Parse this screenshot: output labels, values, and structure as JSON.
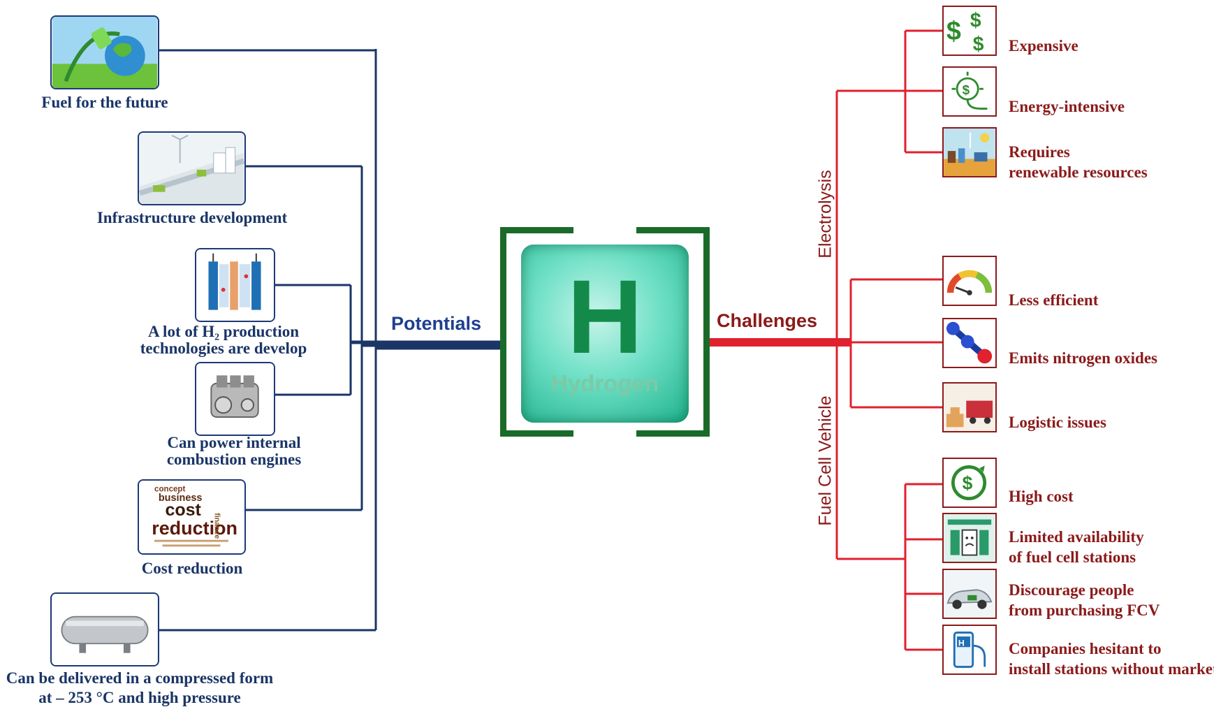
{
  "center": {
    "letter": "H",
    "word": "Hydrogen"
  },
  "branches": {
    "left": "Potentials",
    "right": "Challenges"
  },
  "groups": {
    "electrolysis": "Electrolysis",
    "fcv": "Fuel Cell Vehicle"
  },
  "potentials": [
    {
      "lines": [
        "Fuel for the future"
      ]
    },
    {
      "lines": [
        "Infrastructure development"
      ]
    },
    {
      "lines": [
        "A lot of H₂ production",
        "technologies are develop"
      ]
    },
    {
      "lines": [
        "Can power internal",
        "combustion engines"
      ]
    },
    {
      "lines": [
        "Cost reduction"
      ]
    },
    {
      "lines": [
        "Can be delivered in a compressed form",
        "at – 253 °C and high pressure"
      ]
    }
  ],
  "cost_cloud": [
    "concept",
    "business",
    "cost",
    "reduction",
    "finance"
  ],
  "challenges_electrolysis": [
    {
      "lines": [
        "Expensive"
      ]
    },
    {
      "lines": [
        "Energy-intensive"
      ]
    },
    {
      "lines": [
        "Requires",
        "renewable resources"
      ]
    }
  ],
  "challenges_mid": [
    {
      "lines": [
        "Less efficient"
      ]
    },
    {
      "lines": [
        "Emits nitrogen oxides"
      ]
    },
    {
      "lines": [
        "Logistic issues"
      ]
    }
  ],
  "challenges_fcv": [
    {
      "lines": [
        "High cost"
      ]
    },
    {
      "lines": [
        "Limited availability",
        "of fuel cell stations"
      ]
    },
    {
      "lines": [
        "Discourage people",
        "from purchasing FCV"
      ]
    },
    {
      "lines": [
        "Companies hesitant to",
        "install stations without market"
      ]
    }
  ],
  "colors": {
    "potentials": "#1a3566",
    "challenges": "#e0212e",
    "challenge_text": "#8b1a1a",
    "hub": "#1a6b2a"
  }
}
